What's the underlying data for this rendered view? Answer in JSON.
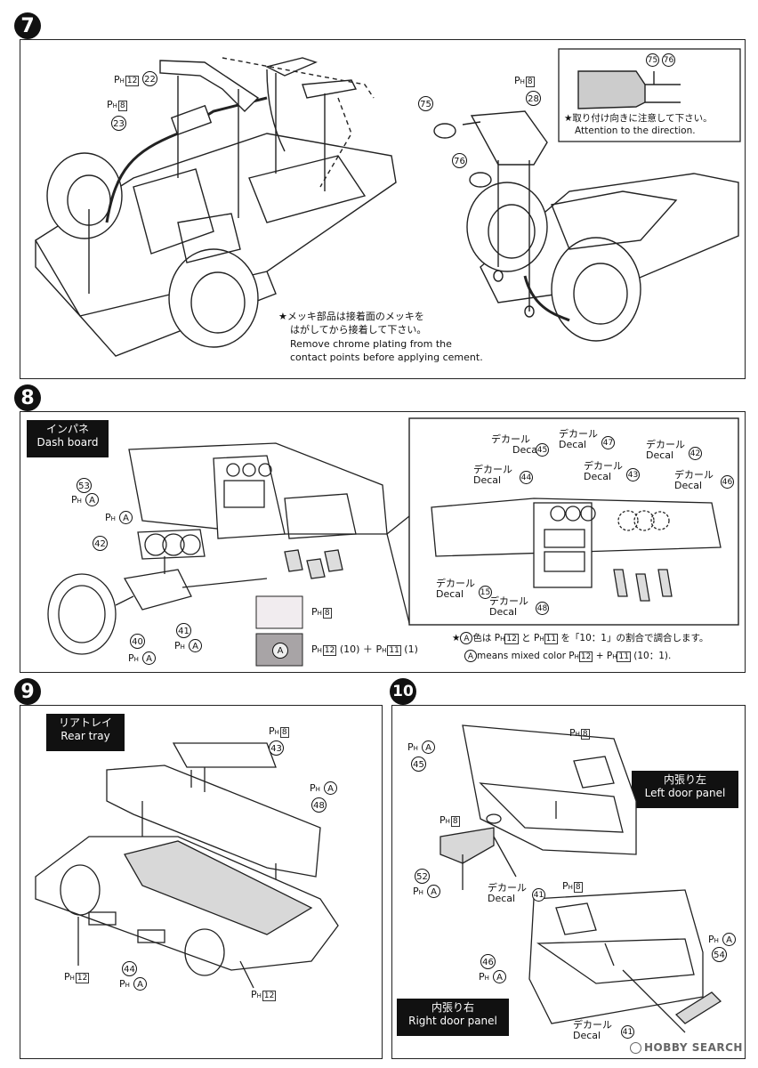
{
  "steps": {
    "s7": {
      "num": "7"
    },
    "s8": {
      "num": "8"
    },
    "s9": {
      "num": "9"
    },
    "s10": {
      "num": "10"
    }
  },
  "step7": {
    "parts": {
      "p22": "22",
      "p23": "23",
      "p28": "28",
      "p75": "75",
      "p76": "76",
      "ins75": "75",
      "ins76": "76"
    },
    "paint": {
      "ph12": "12",
      "ph8a": "8",
      "ph8b": "8"
    },
    "note_jp_1": "★メッキ部品は接着面のメッキを",
    "note_jp_2": "はがしてから接着して下さい。",
    "note_en_1": "Remove chrome plating from the",
    "note_en_2": "contact points before applying cement.",
    "attention_jp": "★取り付け向きに注意して下さい。",
    "attention_en": "Attention to the direction."
  },
  "step8": {
    "title_jp": "インパネ",
    "title_en": "Dash board",
    "parts": {
      "p53": "53",
      "p42": "42",
      "p40": "40",
      "p41": "41"
    },
    "paint": {
      "a": "A"
    },
    "decals": [
      {
        "jp": "デカール",
        "en": "Decal",
        "num": "45"
      },
      {
        "jp": "デカール",
        "en": "Decal",
        "num": "47"
      },
      {
        "jp": "デカール",
        "en": "Decal",
        "num": "42"
      },
      {
        "jp": "デカール",
        "en": "Decal",
        "num": "44"
      },
      {
        "jp": "デカール",
        "en": "Decal",
        "num": "43"
      },
      {
        "jp": "デカール",
        "en": "Decal",
        "num": "46"
      },
      {
        "jp": "デカール",
        "en": "Decal",
        "num": "15"
      },
      {
        "jp": "デカール",
        "en": "Decal",
        "num": "48"
      }
    ],
    "legend_ph8": "8",
    "legend_a_label": "A",
    "legend_a_text_1": "12",
    "legend_a_text_2": "(10) ＋",
    "legend_a_text_3": "11",
    "legend_a_text_4": "(1)",
    "mix_jp_1": "★",
    "mix_jp_2": "色は",
    "mix_jp_3": "12",
    "mix_jp_4": "と",
    "mix_jp_5": "11",
    "mix_jp_6": "を「10：1」の割合で調合します。",
    "mix_en_1": "means mixed color",
    "mix_en_2": "12",
    "mix_en_3": "+",
    "mix_en_4": "11",
    "mix_en_5": "(10：1)."
  },
  "step9": {
    "title_jp": "リアトレイ",
    "title_en": "Rear tray",
    "parts": {
      "p43": "43",
      "p48": "48",
      "p44": "44"
    },
    "paint": {
      "ph8": "8",
      "ph12a": "12",
      "ph12b": "12"
    }
  },
  "step10": {
    "left_jp": "内張り左",
    "left_en": "Left door panel",
    "right_jp": "内張り右",
    "right_en": "Right door panel",
    "parts": {
      "p45": "45",
      "p52": "52",
      "p46": "46",
      "p54": "54"
    },
    "decal_jp": "デカール",
    "decal_en": "Decal",
    "decal_num": "41",
    "paint": {
      "ph8": "8"
    }
  },
  "watermark": "HOBBY SEARCH",
  "ph_letters": "P",
  "ph_sub": "H"
}
